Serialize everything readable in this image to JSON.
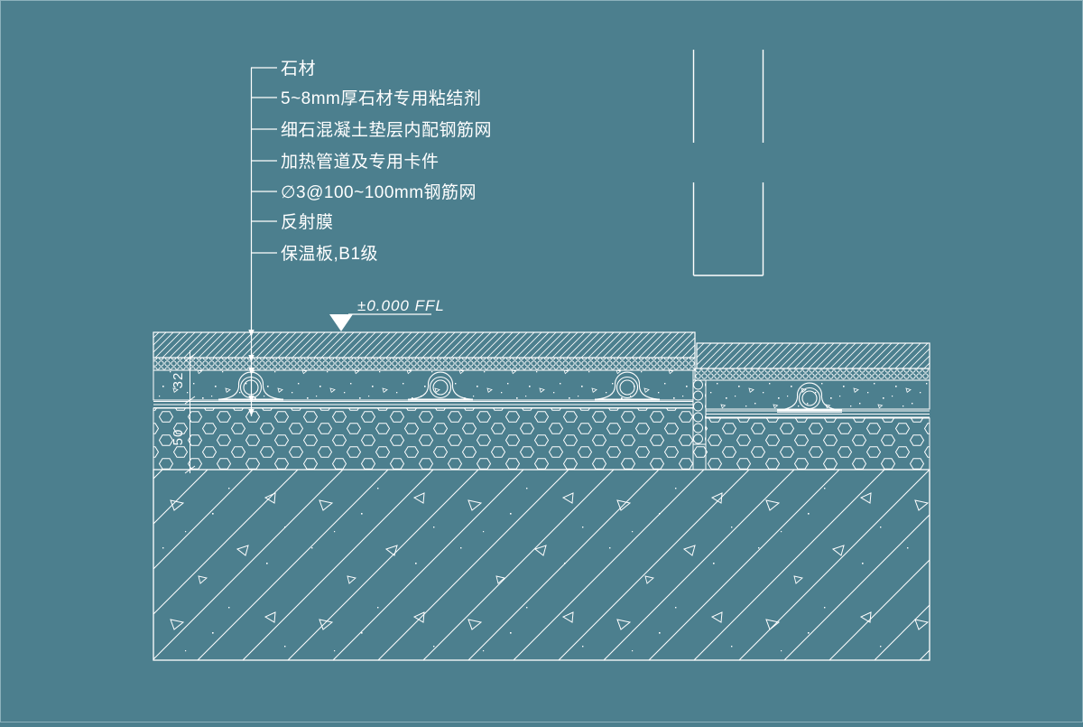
{
  "drawing": {
    "type": "construction-detail-section",
    "colors": {
      "background": "#4c7f8e",
      "line": "#ffffff"
    },
    "callouts": {
      "items": [
        {
          "label": "石材"
        },
        {
          "label": "5~8mm厚石材专用粘结剂"
        },
        {
          "label": "细石混凝土垫层内配钢筋网"
        },
        {
          "label": "加热管道及专用卡件"
        },
        {
          "label": "∅3@100~100mm钢筋网"
        },
        {
          "label": "反射膜"
        },
        {
          "label": "保温板,B1级"
        }
      ]
    },
    "level_mark": {
      "text": "±0.000 FFL"
    },
    "dimensions": {
      "screed_thickness": "32",
      "insulation_thickness": "50"
    }
  }
}
